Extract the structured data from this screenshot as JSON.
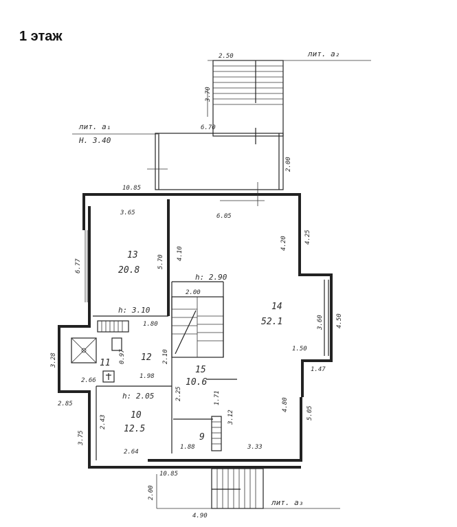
{
  "floor_title": "1 этаж",
  "labels": {
    "lit_top": "лит. а₂",
    "lit_left": "лит. а₁",
    "height_left": "Н. 3.40",
    "lit_bottom": "лит. а₃"
  },
  "rooms": {
    "r13": {
      "num": "13",
      "area": "20.8"
    },
    "r14": {
      "num": "14",
      "area": "52.1"
    },
    "r15": {
      "num": "15",
      "area": "10.6"
    },
    "r10": {
      "num": "10",
      "area": "12.5"
    },
    "r11": {
      "num": "11"
    },
    "r12": {
      "num": "12"
    },
    "r9": {
      "num": "9"
    }
  },
  "heights": {
    "h1": "h: 2.90",
    "h2": "h: 3.10",
    "h3": "h: 2.05"
  },
  "dims": {
    "d_250": "2.50",
    "d_370": "3.70",
    "d_670": "6.70",
    "d_200r": "2.00",
    "d_1085t": "10.85",
    "d_365": "3.65",
    "d_605": "6.05",
    "d_570": "5.70",
    "d_410": "4.10",
    "d_420": "4.20",
    "d_425": "4.25",
    "d_677": "6.77",
    "d_200s": "2.00",
    "d_180": "1.80",
    "d_360": "3.60",
    "d_450": "4.50",
    "d_150": "1.50",
    "d_147": "1.47",
    "d_328": "3.28",
    "d_097": "0.97",
    "d_210": "2.10",
    "d_266": "2.66",
    "d_198": "1.98",
    "d_285": "2.85",
    "d_225": "2.25",
    "d_171": "1.71",
    "d_312": "3.12",
    "d_480": "4.80",
    "d_505": "5.05",
    "d_243": "2.43",
    "d_375": "3.75",
    "d_264": "2.64",
    "d_188": "1.88",
    "d_333": "3.33",
    "d_1085b": "10.85",
    "d_200b": "2.00",
    "d_490": "4.90"
  }
}
